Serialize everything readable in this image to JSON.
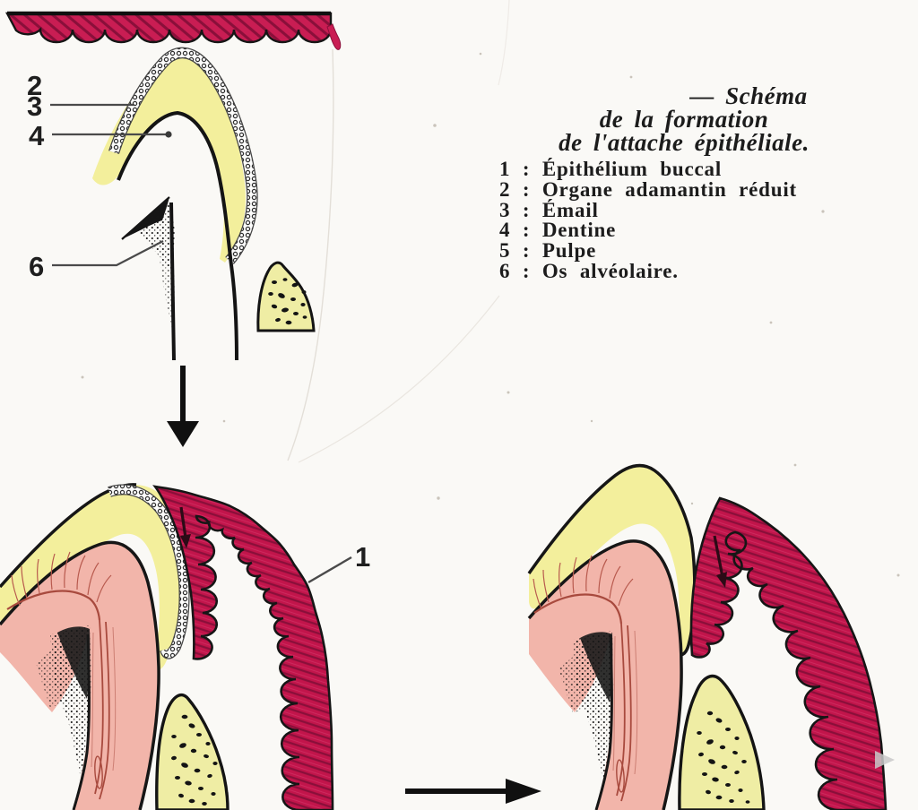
{
  "figure": {
    "title_lines": [
      "— Schéma",
      "de la formation",
      "de l'attache épithéliale."
    ],
    "legend_items": [
      "1 : Épithélium buccal",
      "2 : Organe adamantin réduit",
      "3 : Émail",
      "4 : Dentine",
      "5 : Pulpe",
      "6 : Os alvéolaire."
    ],
    "callouts": {
      "c1": "1",
      "c2": "2",
      "c3": "3",
      "c4": "4",
      "c6": "6"
    },
    "colors": {
      "crimson": "#C2154B",
      "crimson_band": "#C91D53",
      "crimson_dark": "#8A0F3A",
      "enamel_yellow": "#F3EF9C",
      "dentine_pink": "#F2B5AA",
      "bone_yellow": "#EFEDA4",
      "ink": "#1A1A1A",
      "paper": "#FAF9F6"
    }
  }
}
